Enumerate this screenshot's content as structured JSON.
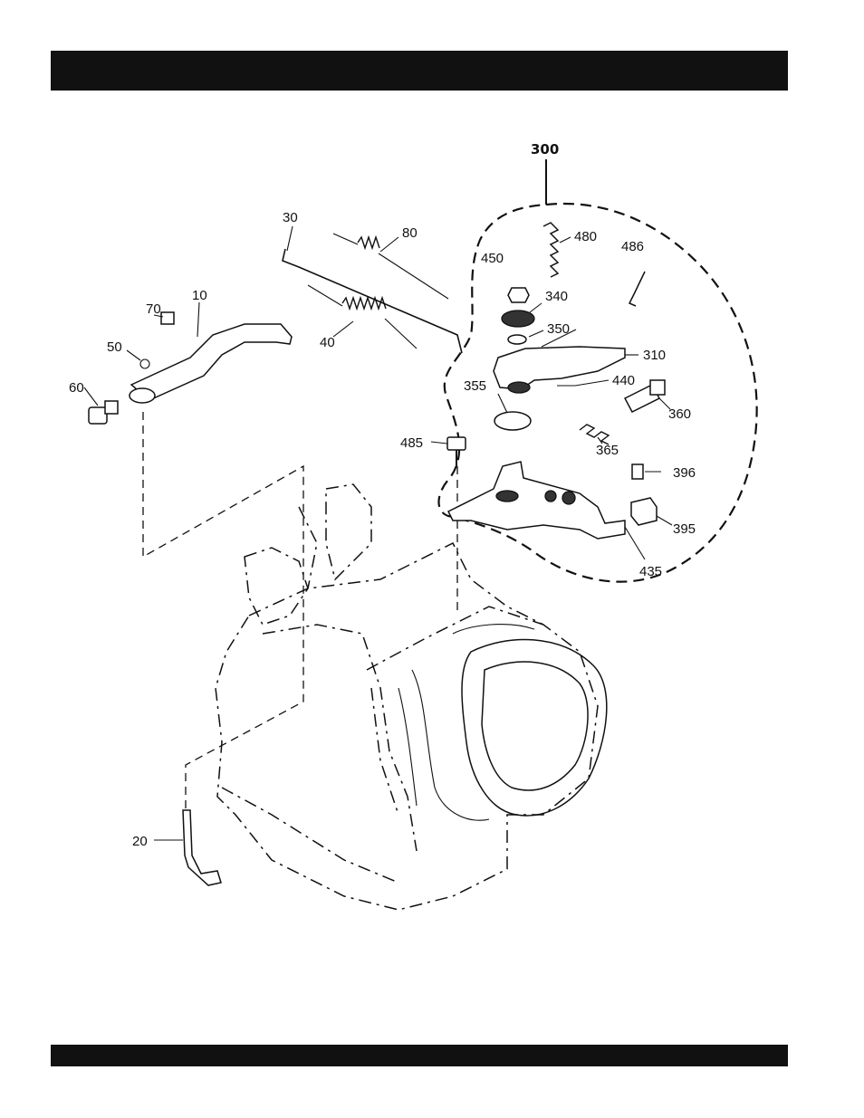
{
  "header_bar": {
    "text": ""
  },
  "footer_bar": {
    "text": ""
  },
  "assembly": {
    "label": "300"
  },
  "callouts": {
    "p10": "10",
    "p20": "20",
    "p30": "30",
    "p40": "40",
    "p50": "50",
    "p60": "60",
    "p70": "70",
    "p80": "80",
    "p300": "300",
    "p310": "310",
    "p340": "340",
    "p350": "350",
    "p355": "355",
    "p360": "360",
    "p365": "365",
    "p395": "395",
    "p396": "396",
    "p435": "435",
    "p440": "440",
    "p450": "450",
    "p480": "480",
    "p485": "485",
    "p486": "486"
  }
}
